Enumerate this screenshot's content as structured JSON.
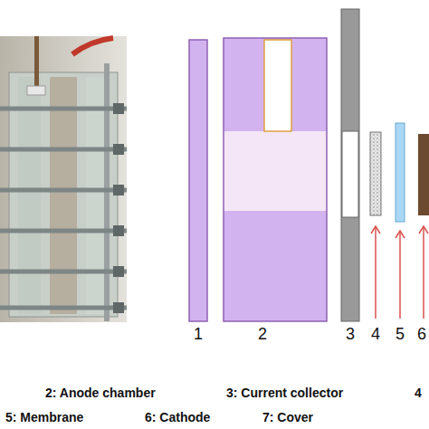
{
  "diagram": {
    "labels": [
      "1",
      "2",
      "3",
      "4",
      "5",
      "6",
      "2: Anode chamber",
      "3: Current collector",
      "4",
      "5: Membrane",
      "6: Cathode",
      "7: Cover"
    ]
  }
}
